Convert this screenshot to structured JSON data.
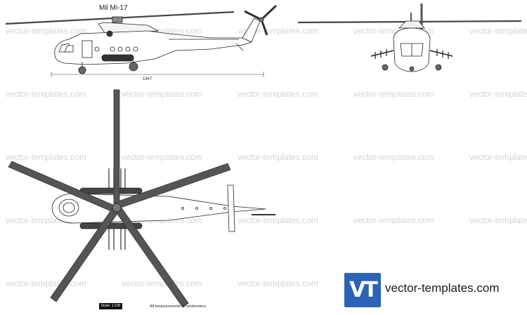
{
  "title": "Mil Mi-17",
  "dimension_label": "1847",
  "scale_label": "Scale: 1:100",
  "measurement_note": "All measurements in centimeters.",
  "watermark": "vector-templates.com",
  "brand": {
    "logo_text": "VT",
    "text": "vector-templates.com",
    "color": "#2c63b5"
  },
  "colors": {
    "rotor_blade": "#555555",
    "outline": "#222222",
    "watermark": "#d4d4d4"
  }
}
